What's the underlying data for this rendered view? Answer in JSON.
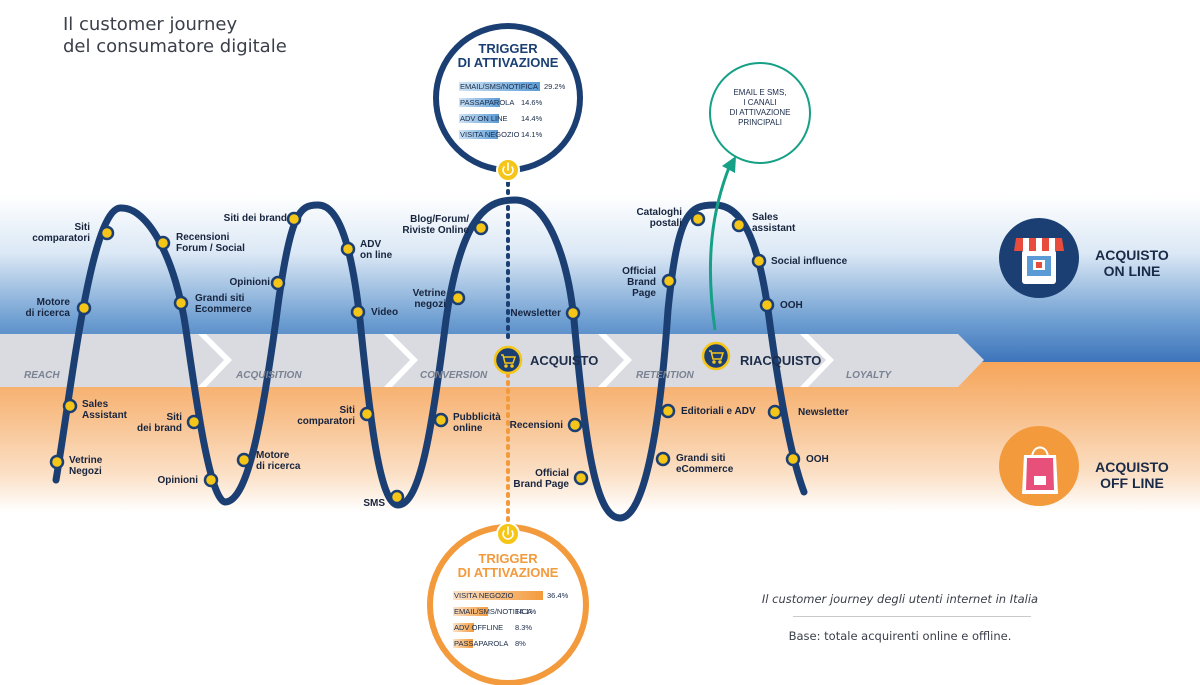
{
  "title_line1": "Il customer journey",
  "title_line2": "del consumatore digitale",
  "colors": {
    "navy": "#1b3f73",
    "yellow": "#f5c518",
    "orange": "#f39a3c",
    "online_blue": "#3d74bb",
    "callout_green": "#16a085",
    "arrow_gray": "#d9dbe0"
  },
  "stages": [
    "REACH",
    "ACQUISITION",
    "CONVERSION",
    "RETENTION",
    "LOYALTY"
  ],
  "milestones": {
    "purchase": "ACQUISTO",
    "repurchase": "RIACQUISTO"
  },
  "channels": {
    "online_line1": "ACQUISTO",
    "online_line2": "ON LINE",
    "online_icon": "shop-icon",
    "offline_line1": "ACQUISTO",
    "offline_line2": "OFF LINE",
    "offline_icon": "shopping-bag-icon"
  },
  "touchpoints_online": [
    "Siti\ncomparatori",
    "Recensioni\nForum / Social",
    "Motore\ndi ricerca",
    "Grandi siti\nEcommerce",
    "Siti dei brand",
    "ADV\non line",
    "Opinioni",
    "Video",
    "Blog/Forum/\nRiviste Online",
    "Vetrine\nnegozi",
    "Newsletter",
    "Cataloghi\npostali",
    "Sales\nassistant",
    "Official\nBrand\nPage",
    "Social influence",
    "OOH"
  ],
  "touchpoints_offline": [
    "Sales\nAssistant",
    "Vetrine\nNegozi",
    "Siti\ndei brand",
    "Opinioni",
    "Motore\ndi ricerca",
    "Siti\ncomparatori",
    "SMS",
    "Pubblicità\nonline",
    "Recensioni",
    "Official\nBrand Page",
    "Editoriali e ADV",
    "Grandi siti\neCommerce",
    "Newsletter",
    "OOH"
  ],
  "trigger_online": {
    "title_line1": "TRIGGER",
    "title_line2": "DI ATTIVAZIONE",
    "rows": [
      {
        "label": "EMAIL/SMS/NOTIFICA",
        "value": "29.2%",
        "pct": 29.2
      },
      {
        "label": "PASSAPAROLA",
        "value": "14.6%",
        "pct": 14.6
      },
      {
        "label": "ADV ON LINE",
        "value": "14.4%",
        "pct": 14.4
      },
      {
        "label": "VISITA NEGOZIO",
        "value": "14.1%",
        "pct": 14.1
      }
    ]
  },
  "trigger_offline": {
    "title_line1": "TRIGGER",
    "title_line2": "DI ATTIVAZIONE",
    "rows": [
      {
        "label": "VISITA NEGOZIO",
        "value": "36.4%",
        "pct": 36.4
      },
      {
        "label": "EMAIL/SMS/NOTIFICA",
        "value": "14.1%",
        "pct": 14.1
      },
      {
        "label": "ADV OFFLINE",
        "value": "8.3%",
        "pct": 8.3
      },
      {
        "label": "PASSAPAROLA",
        "value": "8%",
        "pct": 8
      }
    ]
  },
  "callout": "EMAIL E SMS,\nI CANALI\nDI ATTIVAZIONE\nPRINCIPALI",
  "caption_line1": "Il customer journey degli utenti internet in Italia",
  "caption_line2": "Base: totale acquirenti online e offline."
}
